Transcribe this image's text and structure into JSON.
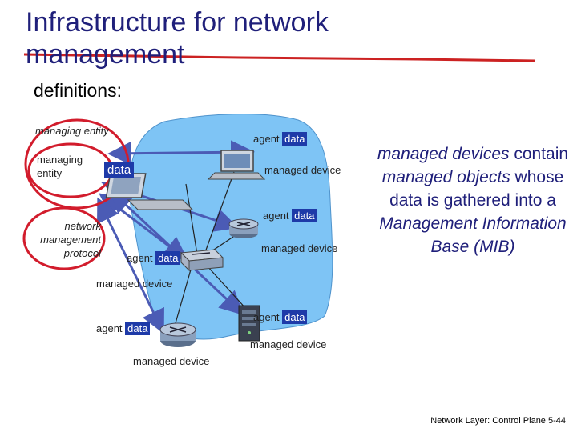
{
  "slide": {
    "title": "Infrastructure for network management",
    "subtitle": "definitions:",
    "footer": "Network Layer: Control Plane 5-44"
  },
  "diagram": {
    "managing_entity_outer": "managing entity",
    "managing_entity_inner_1": "managing",
    "managing_entity_inner_2": "entity",
    "data_tag": "data",
    "protocol_1": "network",
    "protocol_2": "management",
    "protocol_3": "protocol",
    "agents": [
      {
        "agent": "agent",
        "data": "data",
        "device": "managed device"
      },
      {
        "agent": "agent",
        "data": "data",
        "device": "managed device"
      },
      {
        "agent": "agent",
        "data": "data",
        "device": "managed device"
      },
      {
        "agent": "agent",
        "data": "data",
        "device": "managed device"
      },
      {
        "agent": "agent",
        "data": "data",
        "device": "managed device"
      }
    ]
  },
  "side_note": {
    "p1": "managed devices",
    "p2": "contain",
    "p3": "managed objects",
    "p4": "whose  data is gathered into a",
    "p5": "Management Information Base (MIB)"
  },
  "colors": {
    "cloud": "#7ec4f5",
    "title": "#1f1f7a",
    "oval_outline": "#d21c2c",
    "arrow": "#4b5bb5",
    "data_tag_bg": "#1e3aa8"
  }
}
